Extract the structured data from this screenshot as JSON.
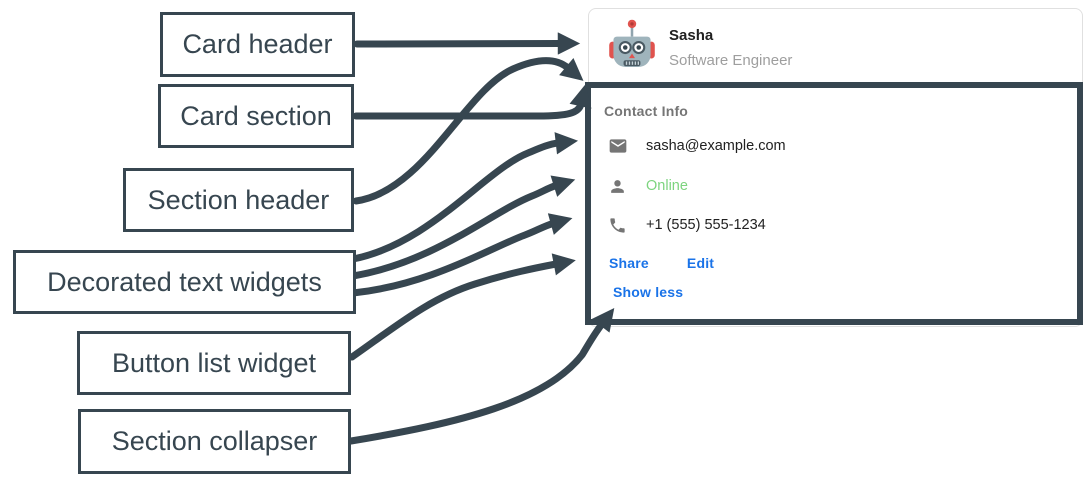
{
  "labels": [
    "Card header",
    "Card section",
    "Section header",
    "Decorated text widgets",
    "Button list widget",
    "Section collapser"
  ],
  "card": {
    "header": {
      "name": "Sasha",
      "subtitle": "Software Engineer",
      "avatar_icon": "robot-avatar-icon"
    },
    "section": {
      "title": "Contact Info",
      "rows": [
        {
          "icon": "email-icon",
          "text": "sasha@example.com"
        },
        {
          "icon": "person-icon",
          "text": "Online"
        },
        {
          "icon": "phone-icon",
          "text": "+1 (555) 555-1234"
        }
      ],
      "buttons": [
        {
          "label": "Share"
        },
        {
          "label": "Edit"
        }
      ],
      "collapser_label": "Show less"
    }
  },
  "colors": {
    "annotation": "#374650",
    "link-blue": "#1A73E8",
    "online-green": "#7DD47F",
    "icon-gray": "#757575",
    "title-gray": "#757575",
    "subtitle-gray": "#9E9E9E",
    "text-dark": "#212121",
    "card-border": "#E0E0E0",
    "robot-head": "#9FB4BC",
    "robot-red": "#E0534E"
  }
}
